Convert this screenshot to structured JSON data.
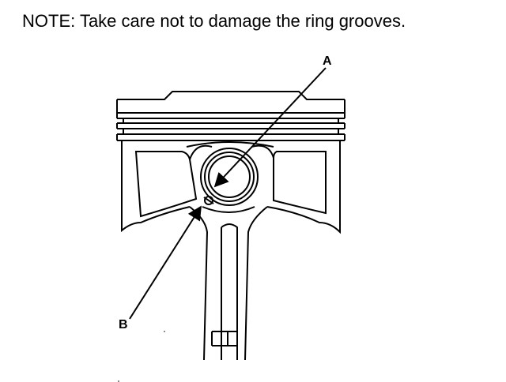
{
  "note": {
    "text": "NOTE: Take care not to damage the ring grooves."
  },
  "callouts": {
    "a": "A",
    "b": "B"
  },
  "colors": {
    "ink": "#000000",
    "paper": "#ffffff"
  }
}
